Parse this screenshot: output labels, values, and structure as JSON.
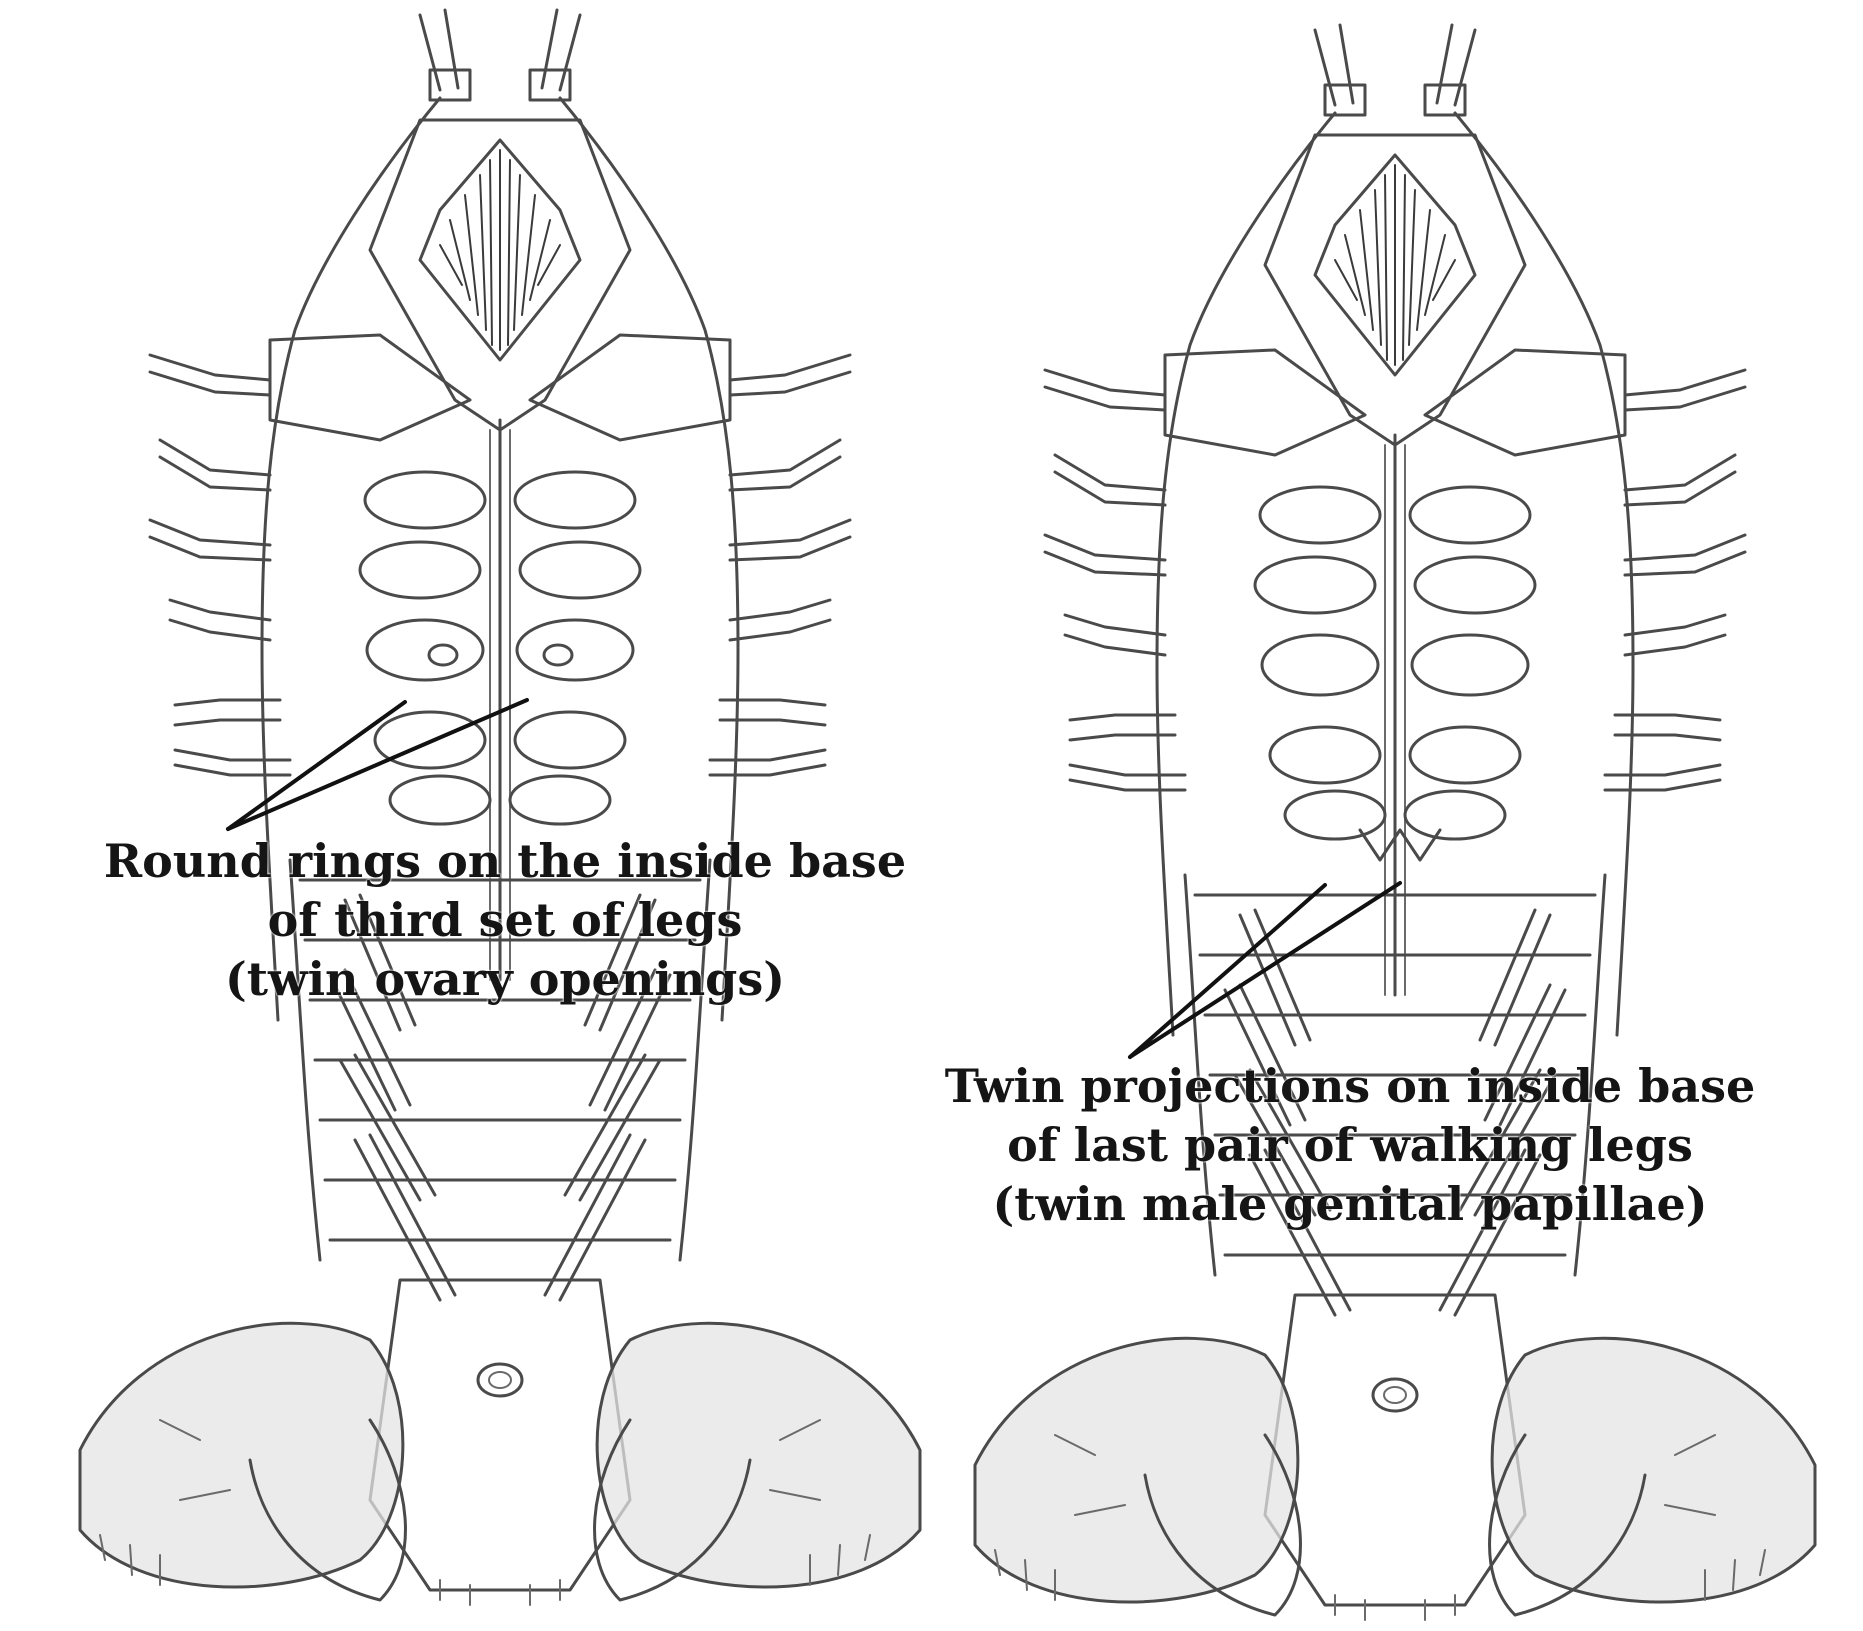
{
  "figure": {
    "panels": [
      {
        "id": "female",
        "annotation": {
          "lines": [
            "Round rings on the inside base",
            "of third set of legs",
            "(twin ovary openings)"
          ]
        }
      },
      {
        "id": "male",
        "annotation": {
          "lines": [
            "Twin projections on inside base",
            "of last pair of walking legs",
            "(twin male genital papillae)"
          ]
        }
      }
    ],
    "colors": {
      "background": "#ffffff",
      "sketch_line": "#4a4a4a",
      "leader_line": "#111111",
      "label_text": "#151515"
    }
  }
}
